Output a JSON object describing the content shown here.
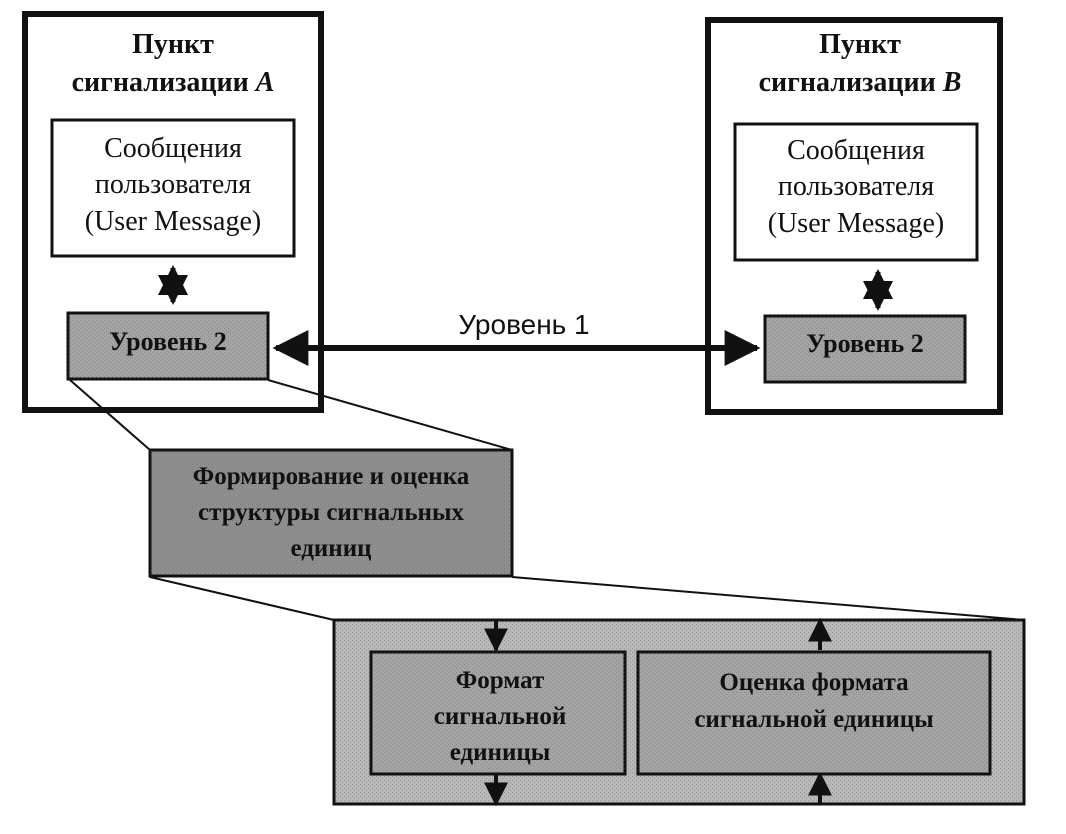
{
  "point_a": {
    "title_line1": "Пункт",
    "title_line2_text": "сигнализации ",
    "title_line2_letter": "A"
  },
  "point_b": {
    "title_line1": "Пункт",
    "title_line2_text": "сигнализации ",
    "title_line2_letter": "B"
  },
  "user_message": {
    "line1": "Сообщения",
    "line2": "пользователя",
    "line3": "(User Message)"
  },
  "level2_label": "Уровень 2",
  "level1_label": "Уровень 1",
  "formation": {
    "line1": "Формирование и оценка",
    "line2": "структуры сигнальных",
    "line3": "единиц"
  },
  "format_unit": {
    "line1": "Формат",
    "line2": "сигнальной",
    "line3": "единицы"
  },
  "format_eval": {
    "line1": "Оценка формата",
    "line2": "сигнальной единицы"
  },
  "colors": {
    "stroke": "#111111",
    "fill_level2": "#a4a4a4",
    "fill_formation": "#8f8f8f",
    "fill_bottom": "#b8b8b8"
  }
}
